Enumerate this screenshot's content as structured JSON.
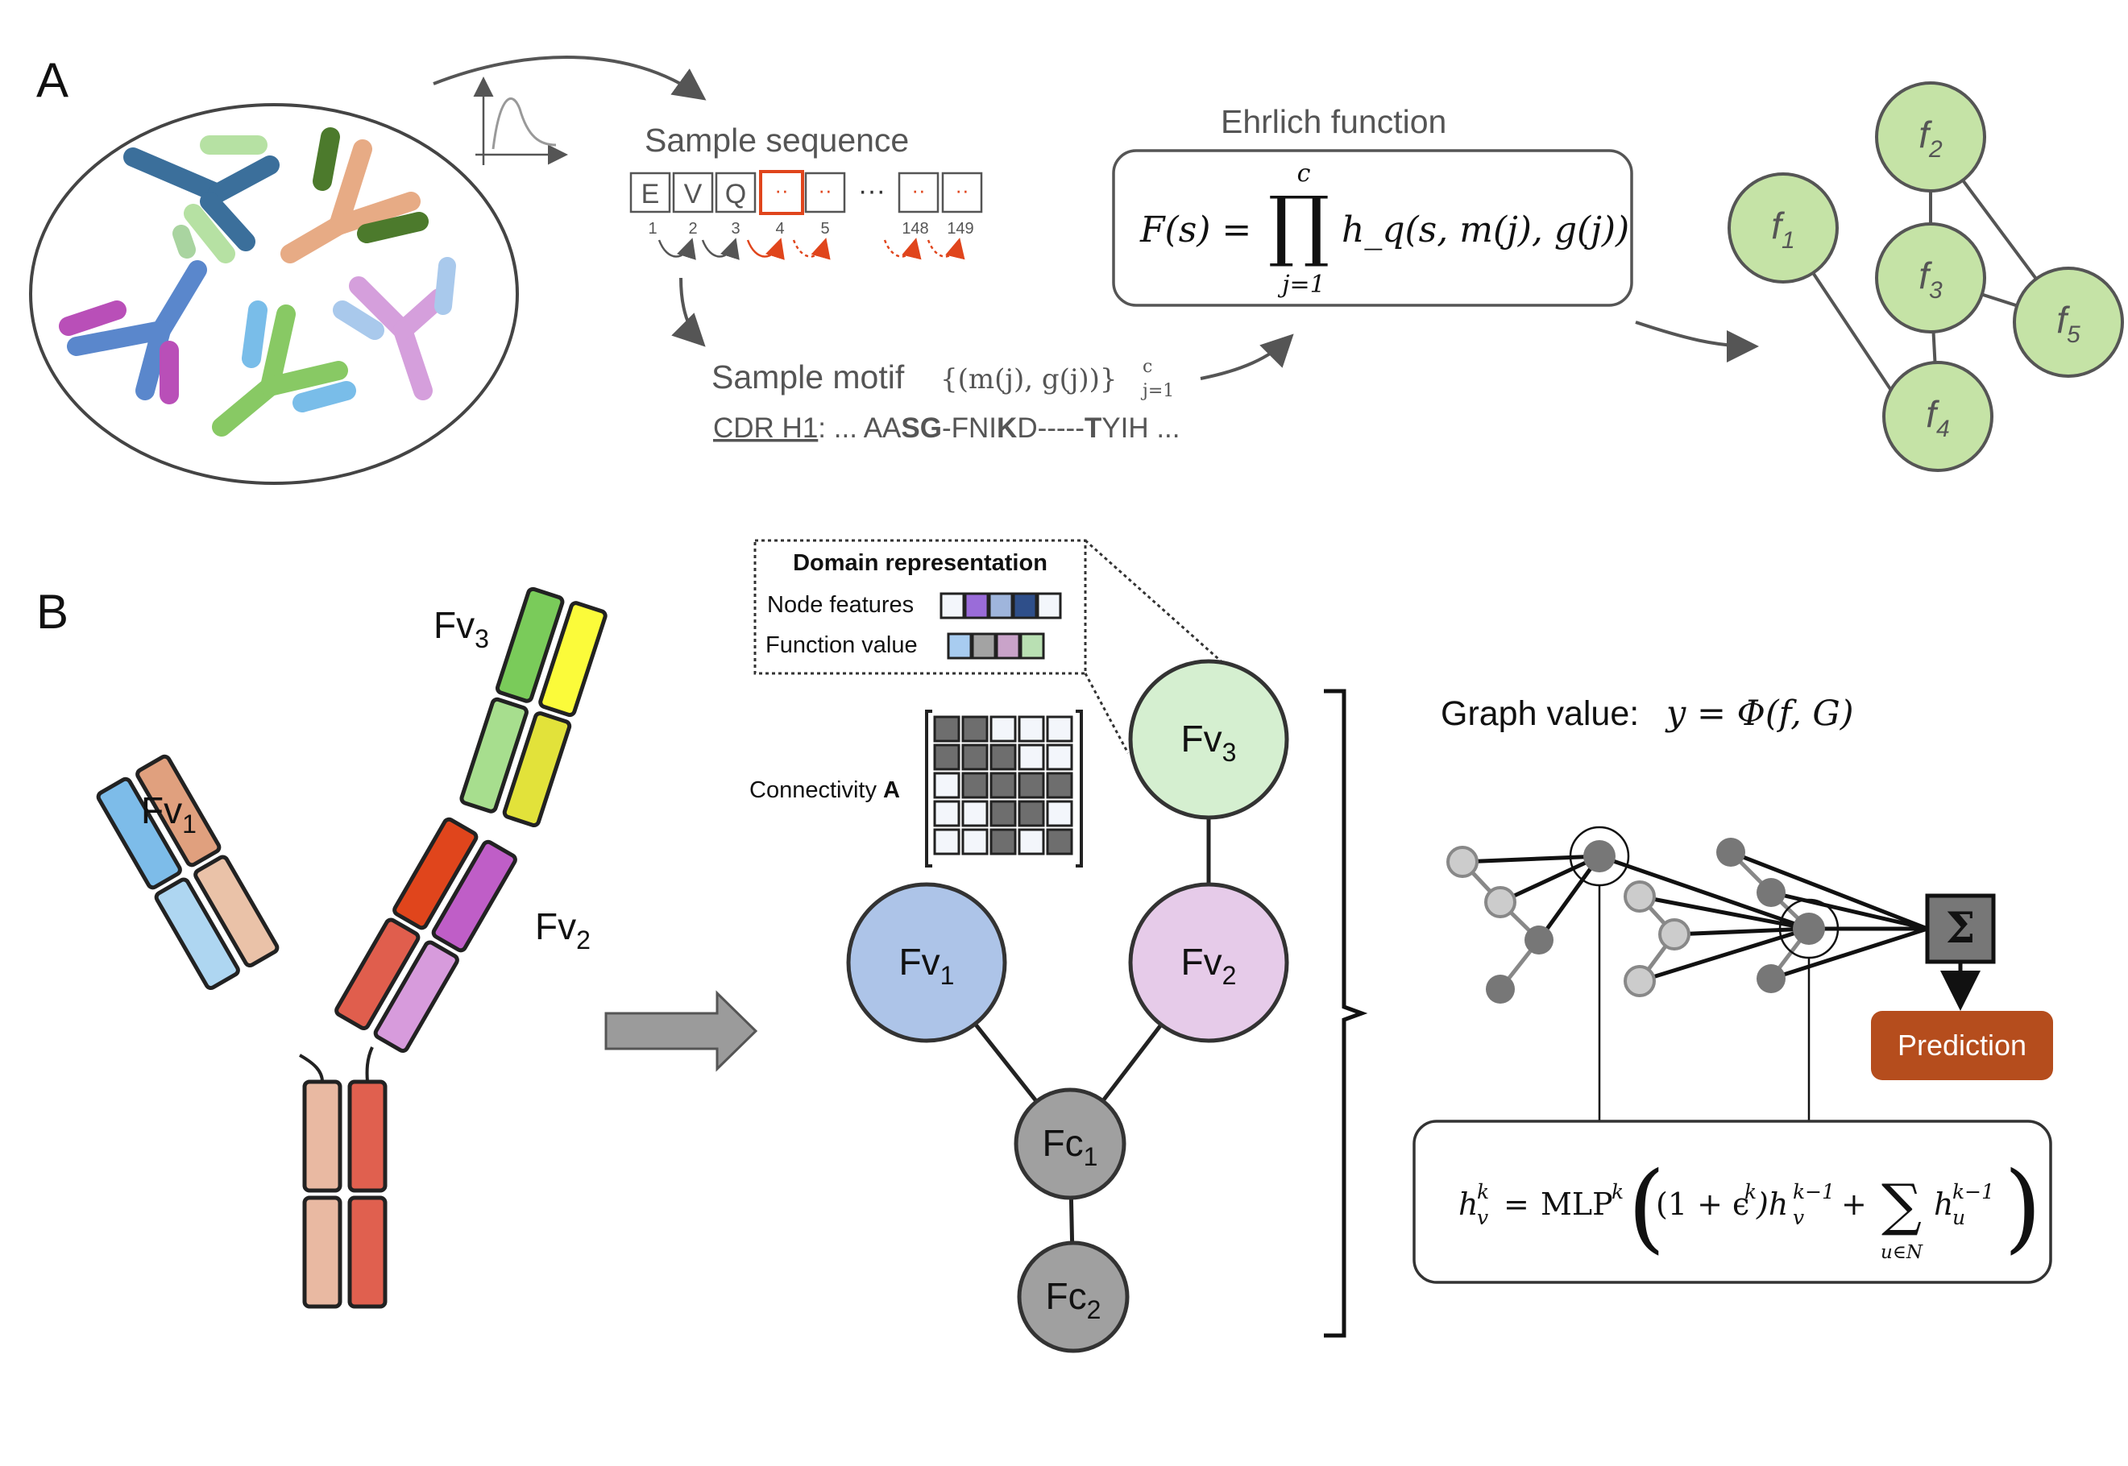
{
  "panel_a": {
    "label": "A",
    "sample_sequence_title": "Sample sequence",
    "sequence_cells": [
      "E",
      "V",
      "Q",
      "··",
      "··",
      "··",
      "··"
    ],
    "ellipsis": "···",
    "positions": [
      "1",
      "2",
      "3",
      "4",
      "5",
      "148",
      "149"
    ],
    "sample_motif_title": "Sample motif",
    "motif_set": "{(m(j), g(j))}",
    "motif_superscript": "c",
    "motif_subscript": "j=1",
    "cdr_label": "CDR H1",
    "cdr_parts": [
      {
        "text": ": ... AA",
        "bold": false
      },
      {
        "text": "SG",
        "bold": true
      },
      {
        "text": "-FNI",
        "bold": false
      },
      {
        "text": "K",
        "bold": true
      },
      {
        "text": "D-----",
        "bold": false
      },
      {
        "text": "T",
        "bold": true
      },
      {
        "text": "YIH ...",
        "bold": false
      }
    ],
    "ehrlich_title": "Ehrlich function",
    "ehrlich_lhs": "F(s) =",
    "ehrlich_prod_top": "c",
    "ehrlich_prod_bottom": "j=1",
    "ehrlich_rhs": "h_q(s, m(j), g(j))",
    "function_nodes": [
      {
        "base": "f",
        "sub": "1"
      },
      {
        "base": "f",
        "sub": "2"
      },
      {
        "base": "f",
        "sub": "3"
      },
      {
        "base": "f",
        "sub": "4"
      },
      {
        "base": "f",
        "sub": "5"
      }
    ]
  },
  "panel_b": {
    "label": "B",
    "antibody_labels": [
      {
        "base": "Fv",
        "sub": "1"
      },
      {
        "base": "Fv",
        "sub": "2"
      },
      {
        "base": "Fv",
        "sub": "3"
      }
    ],
    "domain_box_title": "Domain representation",
    "node_features_label": "Node features",
    "function_value_label": "Function value",
    "connectivity_label": "Connectivity",
    "connectivity_symbol": "A",
    "graph_nodes": [
      {
        "base": "Fv",
        "sub": "3"
      },
      {
        "base": "Fv",
        "sub": "2"
      },
      {
        "base": "Fv",
        "sub": "1"
      },
      {
        "base": "Fc",
        "sub": "1"
      },
      {
        "base": "Fc",
        "sub": "2"
      }
    ],
    "graph_value_label": "Graph value:",
    "graph_value_formula": "y = Φ(f, G)",
    "sum_symbol": "Σ",
    "prediction_label": "Prediction",
    "gin_formula": {
      "lhs": "h",
      "lhs_sup": "k",
      "lhs_sub": "v",
      "eq": "=",
      "mlp": "MLP",
      "mlp_sup": "k",
      "term1": "(1 + ϵ",
      "term1_sup": "k",
      "term1_close": ")h",
      "term1_h_sup": "k−1",
      "term1_h_sub": "v",
      "plus": "+",
      "sum_sub": "u∈N",
      "h2": "h",
      "h2_sup": "k−1",
      "h2_sub": "u"
    }
  },
  "colors": {
    "green_node": "#c5e3a6",
    "fv3_node": "#d5efd0",
    "fv2_node": "#e6cbe9",
    "fv1_node": "#adc4e8",
    "fc_node": "#a0a0a0",
    "prediction": "#b54d1d",
    "orange_accent": "#e0451c"
  },
  "connectivity_matrix": [
    [
      1,
      1,
      0,
      0,
      0
    ],
    [
      1,
      1,
      1,
      0,
      0
    ],
    [
      0,
      1,
      1,
      1,
      1
    ],
    [
      0,
      0,
      1,
      1,
      0
    ],
    [
      0,
      0,
      1,
      0,
      1
    ]
  ]
}
